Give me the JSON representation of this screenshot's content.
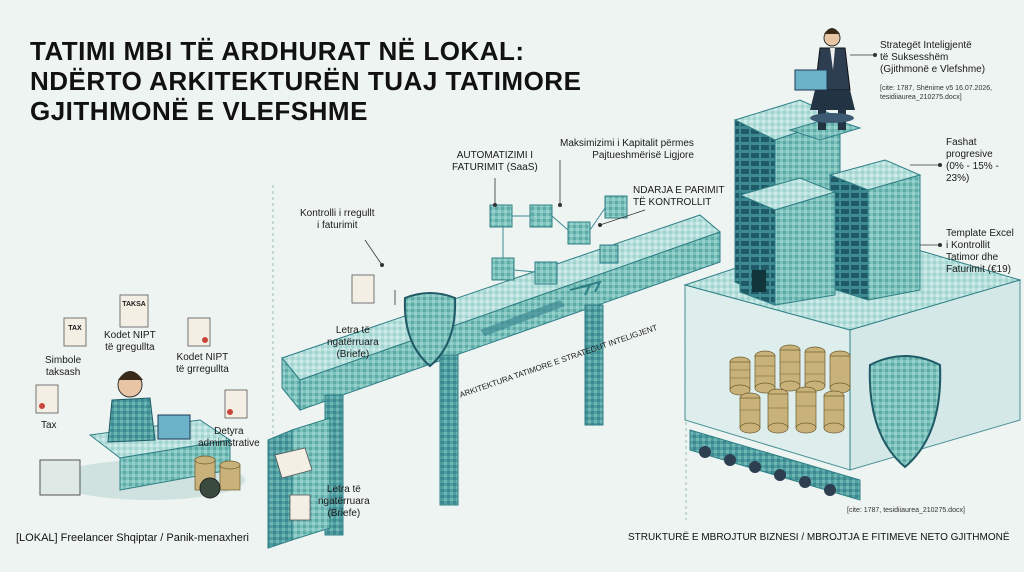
{
  "title_lines": [
    "TATIMI MBI TË ARDHURAT NË LOKAL:",
    "NDËRTO ARKITEKTURËN TUAJ TATIMORE",
    "GJITHMONË E VLEFSHME"
  ],
  "left_labels": {
    "tax_doc": "TAX",
    "taksa_doc": "TAKSA",
    "simbole": "Simbole\ntaksash",
    "kodet1": "Kodet NIPT\ntë gregullta",
    "kodet2": "Kodet NIPT\ntë grregullta",
    "tax": "Tax",
    "detyra": "Detyra\nadministrative",
    "letra_bottom": "Letra të\nngatërruara\n(Briefe)"
  },
  "middle_labels": {
    "kontrolli": "Kontrolli i rregullt\ni faturimit",
    "letra_shield": "Letra të\nngatërruara\n(Briefe)",
    "automatizimi": "AUTOMATIZIMI I\nFATURIMIT (SaaS)",
    "maksimizimi": "Maksimizimi i Kapitalit përmes\nPajtueshmërisë Ligjore",
    "ndarja": "NDARJA E PARIMIT\nTË KONTROLLIT",
    "bridge_text": "ARKITEKTURA TATIMORE E STRATEGUT INTELIGJENT"
  },
  "right_labels": {
    "strateget": "Strategët Inteligjentë\ntë Suksesshëm\n(Gjithmonë e Vlefshme)",
    "cite_top": "[cite: 1787, Shënime v5 16.07.2026,\ntesidiiaurea_210275.docx]",
    "fashat": "Fashat\nprogresive\n(0% - 15% - 23%)",
    "template": "Template Excel\ni Kontrollit\nTatimor dhe\nFaturimit (€19)",
    "cite_bottom": "[cite: 1787, tesidiiaurea_210275.docx]"
  },
  "footer": {
    "left": "[LOKAL] Freelancer Shqiptar / Panik-menaxheri",
    "right": "STRUKTURË E MBROJTUR BIZNESI / MBROJTJA E FITIMEVE NETO GJITHMONË"
  },
  "colors": {
    "teal": "#5fb3ad",
    "teal_dark": "#2f7f86",
    "navy": "#1f3a55",
    "gold": "#c9b27a",
    "bg": "#eef4f2"
  }
}
